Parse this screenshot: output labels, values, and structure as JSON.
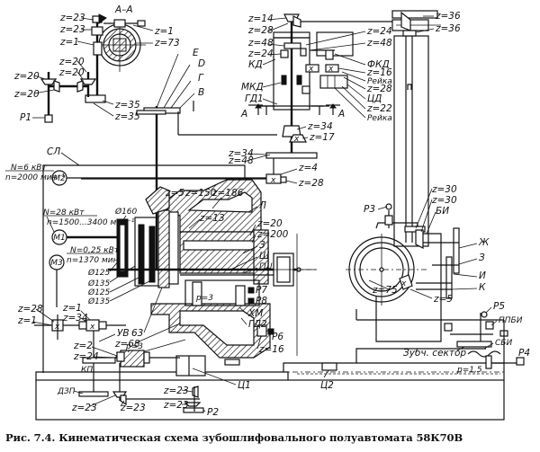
{
  "caption": "Рис. 7.4. Кинематическая схема зубошлифовального полуавтомата 58К70В",
  "section_mark": "А–А",
  "section_arrows": [
    "А",
    "А"
  ],
  "motors": [
    {
      "id": "M1",
      "label": "М1",
      "power": "N=28 кВт",
      "speed": "n=1500...3400 мин⁻¹"
    },
    {
      "id": "M2",
      "label": "М2",
      "power": "N=6 кВт",
      "speed": "n=2000 мин⁻¹"
    },
    {
      "id": "M3",
      "label": "М3",
      "power": "N=0,25 кВт",
      "speed": "n=1370 мин⁻¹"
    }
  ],
  "pulley_diameters": [
    "Ø160",
    "Ø125",
    "Ø135",
    "Ø125",
    "Ø135"
  ],
  "gears_top_left": [
    "z=23",
    "z=23",
    "z=1",
    "z=1",
    "z=73",
    "z=20",
    "z=20",
    "z=20",
    "z=20",
    "z=35",
    "z=35"
  ],
  "handle_labels": [
    "Р1",
    "Р2",
    "Р3",
    "Р4",
    "Р5",
    "Р6",
    "Р7",
    "Р8"
  ],
  "shaft_labels_top": [
    "Е",
    "D",
    "Г",
    "В"
  ],
  "dressing_unit": {
    "left": [
      "z=14",
      "z=28",
      "z=48",
      "z=24",
      "КД",
      "МКД",
      "ГД1"
    ],
    "right": [
      "z=24",
      "z=48",
      "ФКД",
      "z=16",
      "Рейка",
      "z=28",
      "ЦД",
      "z=22",
      "Рейка"
    ],
    "bottom": [
      "z=34",
      "z=17"
    ]
  },
  "column_gears": [
    "z=36",
    "z=36"
  ],
  "mid_transmission": [
    "z=48",
    "z=34",
    "z=4",
    "z=28"
  ],
  "grinding_head": {
    "bed_label": "СЛ",
    "gears": [
      "z=5",
      "z=150",
      "z=186",
      "z=13",
      "z=20",
      "z=200"
    ],
    "parts": [
      "Л",
      "З",
      "Ш",
      "ГШ"
    ],
    "lower": [
      "63",
      "z=68",
      "z=17",
      "р=3",
      "ХМ",
      "ГД2",
      "z=16"
    ]
  },
  "index_unit": {
    "gears": [
      "z=30",
      "z=30",
      "z=75",
      "z=5"
    ],
    "labels": [
      "БИ",
      "Ж",
      "З",
      "И",
      "К",
      "ППБИ",
      "СБИ",
      "Зубч. сектор",
      "р=1,5"
    ]
  },
  "left_lower": [
    "z=28",
    "z=1",
    "z=1",
    "z=34",
    "УВ",
    "z=2",
    "z=24",
    "р=3",
    "КП",
    "ДЗП",
    "z=23",
    "z=23",
    "z=23",
    "z=23"
  ],
  "cylinders": [
    "Ц1",
    "Ц2"
  ]
}
